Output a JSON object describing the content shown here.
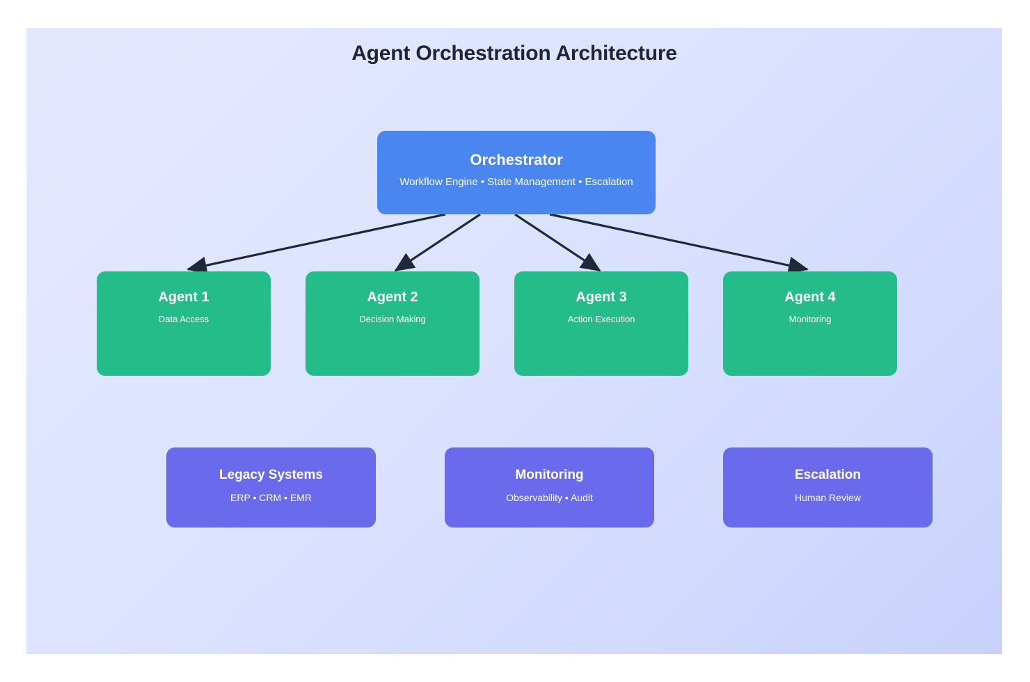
{
  "diagram": {
    "title": "Agent Orchestration Architecture",
    "type": "hierarchical-block-diagram",
    "background": {
      "page": "#ffffff",
      "panel_gradient_from": "#e4e8ff",
      "panel_gradient_to": "#c8d1fc"
    },
    "colors": {
      "orchestrator": "#4a86f0",
      "agent": "#24bd8a",
      "support": "#6a6bec",
      "connector": "#1f2937",
      "title_text": "#1f2533",
      "node_text": "#ffffff"
    }
  },
  "orchestrator": {
    "title": "Orchestrator",
    "subtitle": "Workflow Engine • State Management • Escalation"
  },
  "agents": [
    {
      "title": "Agent 1",
      "subtitle": "Data Access"
    },
    {
      "title": "Agent 2",
      "subtitle": "Decision Making"
    },
    {
      "title": "Agent 3",
      "subtitle": "Action Execution"
    },
    {
      "title": "Agent 4",
      "subtitle": "Monitoring"
    }
  ],
  "support": [
    {
      "title": "Legacy Systems",
      "subtitle": "ERP • CRM • EMR"
    },
    {
      "title": "Monitoring",
      "subtitle": "Observability • Audit"
    },
    {
      "title": "Escalation",
      "subtitle": "Human Review"
    }
  ],
  "connectors": [
    {
      "from": "Orchestrator",
      "to": "Agent 1",
      "style": "solid-arrow"
    },
    {
      "from": "Orchestrator",
      "to": "Agent 2",
      "style": "solid-arrow"
    },
    {
      "from": "Orchestrator",
      "to": "Agent 3",
      "style": "solid-arrow"
    },
    {
      "from": "Orchestrator",
      "to": "Agent 4",
      "style": "solid-arrow"
    }
  ]
}
